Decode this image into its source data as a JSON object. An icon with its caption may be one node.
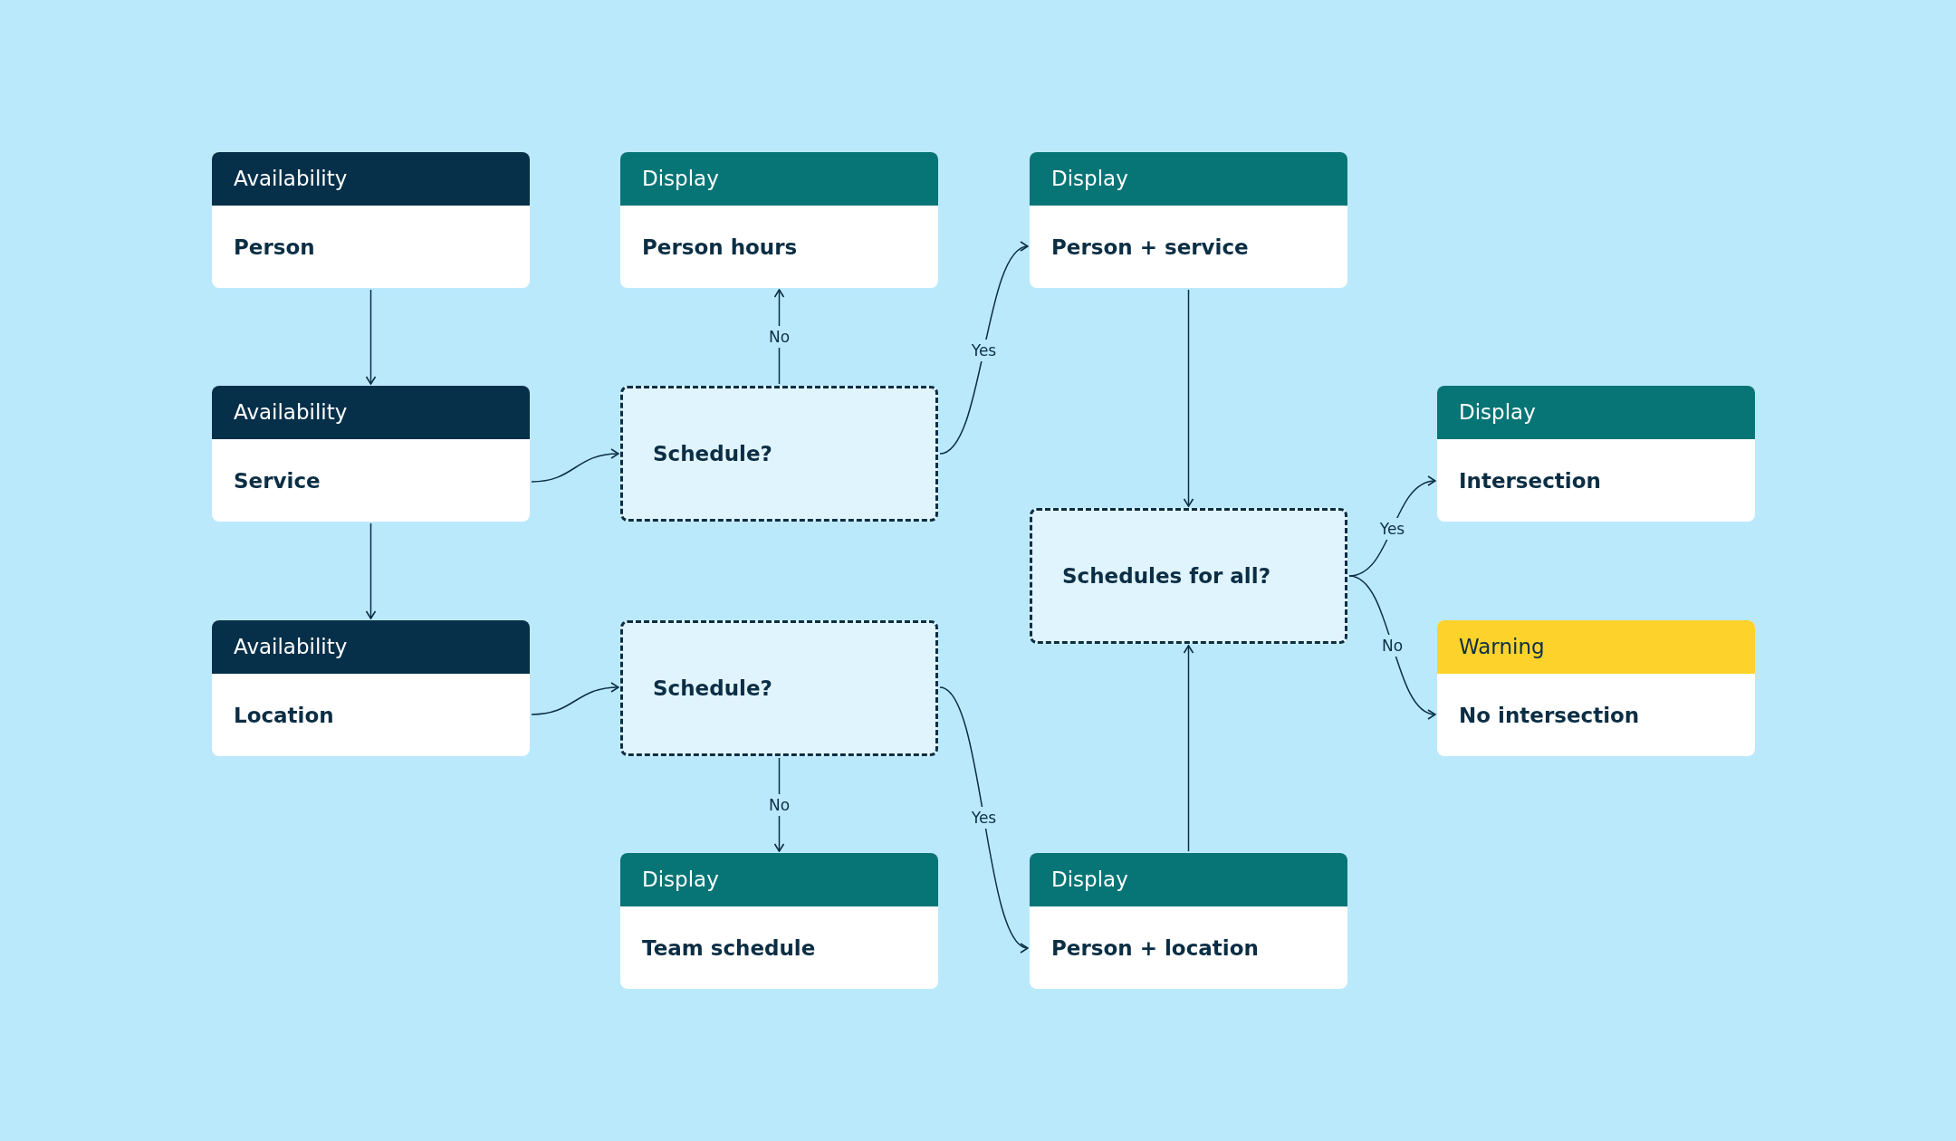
{
  "diagram": {
    "nodes": [
      {
        "text": [
          "Availability",
          "Person"
        ]
      },
      {
        "text": [
          "Display",
          "Person hours"
        ]
      },
      {
        "text": [
          "Display",
          "Person + service"
        ]
      },
      {
        "text": [
          "Availability",
          "Service"
        ]
      },
      {
        "text": [
          "Schedule?"
        ]
      },
      {
        "text": [
          "Display",
          "Intersection"
        ]
      },
      {
        "text": [
          "Schedules for all?"
        ]
      },
      {
        "text": [
          "Availability",
          "Location"
        ]
      },
      {
        "text": [
          "Schedule?"
        ]
      },
      {
        "text": [
          "Warning",
          "No intersection"
        ]
      },
      {
        "text": [
          "Display",
          "Team schedule"
        ]
      },
      {
        "text": [
          "Display",
          "Person + location"
        ]
      }
    ],
    "edges": [
      {
        "from": 0,
        "to": 3,
        "arrow": "to"
      },
      {
        "from": 3,
        "to": 7,
        "arrow": "to"
      },
      {
        "from": 3,
        "to": 4,
        "arrow": "to"
      },
      {
        "from": 4,
        "to": 1,
        "arrow": "to",
        "label": "No"
      },
      {
        "from": 4,
        "to": 2,
        "arrow": "to",
        "label": "Yes"
      },
      {
        "from": 7,
        "to": 8,
        "arrow": "to"
      },
      {
        "from": 8,
        "to": 10,
        "arrow": "to",
        "label": "No"
      },
      {
        "from": 8,
        "to": 11,
        "arrow": "to",
        "label": "Yes"
      },
      {
        "from": 2,
        "to": 6,
        "arrow": "to"
      },
      {
        "from": 11,
        "to": 6,
        "arrow": "to"
      },
      {
        "from": 6,
        "to": 5,
        "arrow": "to",
        "label": "Yes"
      },
      {
        "from": 6,
        "to": 9,
        "arrow": "to",
        "label": "No"
      }
    ]
  }
}
